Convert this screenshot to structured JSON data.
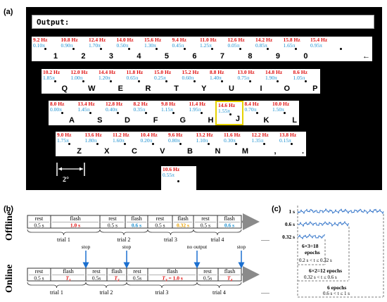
{
  "labels": {
    "a": "(a)",
    "b": "(b)",
    "c": "(c)"
  },
  "keyboard": {
    "output_label": "Output:",
    "angle_label": "2°",
    "rows": [
      [
        {
          "hz": "9.2 Hz",
          "phase": "0.10π",
          "char": "1"
        },
        {
          "hz": "10.8 Hz",
          "phase": "0.90π",
          "char": "2"
        },
        {
          "hz": "12.4 Hz",
          "phase": "1.70π",
          "char": "3"
        },
        {
          "hz": "14.0 Hz",
          "phase": "0.50π",
          "char": "4"
        },
        {
          "hz": "15.6 Hz",
          "phase": "1.30π",
          "char": "5"
        },
        {
          "hz": "9.4 Hz",
          "phase": "0.45π",
          "char": "6"
        },
        {
          "hz": "11.0 Hz",
          "phase": "1.25π",
          "char": "7"
        },
        {
          "hz": "12.6 Hz",
          "phase": "0.05π",
          "char": "8"
        },
        {
          "hz": "14.2 Hz",
          "phase": "0.85π",
          "char": "9"
        },
        {
          "hz": "15.8 Hz",
          "phase": "1.65π",
          "char": "0"
        },
        {
          "hz": "15.4 Hz",
          "phase": "0.95π",
          "char": "←"
        }
      ],
      [
        {
          "hz": "10.2 Hz",
          "phase": "1.85π",
          "char": "Q"
        },
        {
          "hz": "12.0 Hz",
          "phase": "1.00π",
          "char": "W"
        },
        {
          "hz": "14.4 Hz",
          "phase": "1.20π",
          "char": "E"
        },
        {
          "hz": "11.8 Hz",
          "phase": "0.65π",
          "char": "R"
        },
        {
          "hz": "15.0 Hz",
          "phase": "0.25π",
          "char": "T"
        },
        {
          "hz": "15.2 Hz",
          "phase": "0.60π",
          "char": "Y"
        },
        {
          "hz": "8.8 Hz",
          "phase": "1.40π",
          "char": "U"
        },
        {
          "hz": "13.0 Hz",
          "phase": "0.75π",
          "char": "I"
        },
        {
          "hz": "14.8 Hz",
          "phase": "1.90π",
          "char": "O"
        },
        {
          "hz": "8.6 Hz",
          "phase": "1.05π",
          "char": "P"
        }
      ],
      [
        {
          "hz": "8.0 Hz",
          "phase": "0.00π",
          "char": "A"
        },
        {
          "hz": "13.4 Hz",
          "phase": "1.45π",
          "char": "S"
        },
        {
          "hz": "12.8 Hz",
          "phase": "0.40π",
          "char": "D"
        },
        {
          "hz": "8.2 Hz",
          "phase": "0.35π",
          "char": "F"
        },
        {
          "hz": "9.8 Hz",
          "phase": "1.15π",
          "char": "G"
        },
        {
          "hz": "11.4 Hz",
          "phase": "1.95π",
          "char": "H"
        },
        {
          "hz": "14.6 Hz",
          "phase": "1.55π",
          "char": "J"
        },
        {
          "hz": "8.4 Hz",
          "phase": "0.70π",
          "char": "K"
        },
        {
          "hz": "10.0 Hz",
          "phase": "1.50π",
          "char": "L"
        }
      ],
      [
        {
          "hz": "9.0 Hz",
          "phase": "1.75π",
          "char": "Z"
        },
        {
          "hz": "13.6 Hz",
          "phase": "1.80π",
          "char": "X"
        },
        {
          "hz": "11.2 Hz",
          "phase": "1.60π",
          "char": "C"
        },
        {
          "hz": "10.4 Hz",
          "phase": "0.20π",
          "char": "V"
        },
        {
          "hz": "9.6 Hz",
          "phase": "0.80π",
          "char": "B"
        },
        {
          "hz": "13.2 Hz",
          "phase": "1.10π",
          "char": "N"
        },
        {
          "hz": "11.6 Hz",
          "phase": "0.30π",
          "char": "M"
        },
        {
          "hz": "12.2 Hz",
          "phase": "1.35π",
          "char": ","
        },
        {
          "hz": "13.8 Hz",
          "phase": "0.15π",
          "char": "."
        }
      ],
      [
        {
          "hz": "10.6 Hz",
          "phase": "0.55π",
          "char": ""
        }
      ]
    ],
    "selected_key": "J"
  },
  "timing": {
    "offline_label": "Offline",
    "online_label": "Online",
    "rest": "rest",
    "flash": "flash",
    "stop": "stop",
    "no_output": "no output",
    "ellipsis": "......",
    "offline": {
      "rest_dur": "0.5 s",
      "flash_durs": [
        "1.0 s",
        "0.6 s",
        "0.32 s",
        "0.6 s"
      ],
      "trials": [
        "trial 1",
        "trial 2",
        "trial 3",
        "trial 4"
      ]
    },
    "online": {
      "rest_dur": "0.5s",
      "rest_dur_first": "0.5 s",
      "flash_main": "T",
      "flash_subs": [
        "1",
        "2",
        "3",
        "4"
      ],
      "t3_suffix": " = 1.0 s",
      "trials": [
        "trial 1",
        "trial 2",
        "trial 3",
        "trial 4"
      ]
    }
  },
  "epochs": {
    "durations": [
      "1 s",
      "0.6 s",
      "0.32 s"
    ],
    "group1": {
      "count": "6×3=18",
      "unit": "epochs",
      "range": "0.2 s < t ≤ 0.32 s"
    },
    "group2": {
      "count": "6×2=12 epochs",
      "range": "0.32 s < t ≤ 0.6 s"
    },
    "group3": {
      "count": "6 epochs",
      "range": "0.6 s < t ≤ 1 s"
    }
  }
}
